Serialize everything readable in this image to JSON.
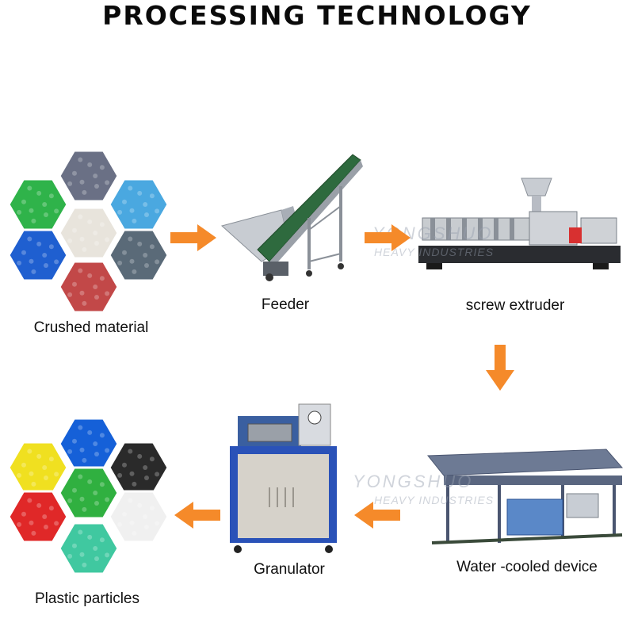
{
  "title": "PROCESSING TECHNOLOGY",
  "watermark": {
    "line1": "YONGSHUO",
    "line2": "HEAVY INDUSTRIES"
  },
  "steps": [
    {
      "label": "Crushed material"
    },
    {
      "label": "Feeder"
    },
    {
      "label": "screw extruder"
    },
    {
      "label": "Water -cooled device"
    },
    {
      "label": "Granulator"
    },
    {
      "label": "Plastic particles"
    }
  ],
  "colors": {
    "arrow": "#f58a2a",
    "crushed": [
      "#2fb34a",
      "#6a7085",
      "#4aa8e0",
      "#1f5fd0",
      "#e8e4dc",
      "#5a6a78",
      "#c24848"
    ],
    "particles": [
      "#f0e020",
      "#1560d8",
      "#2a2a2a",
      "#e02828",
      "#30b040",
      "#f0f0f0",
      "#40c8a0"
    ]
  }
}
